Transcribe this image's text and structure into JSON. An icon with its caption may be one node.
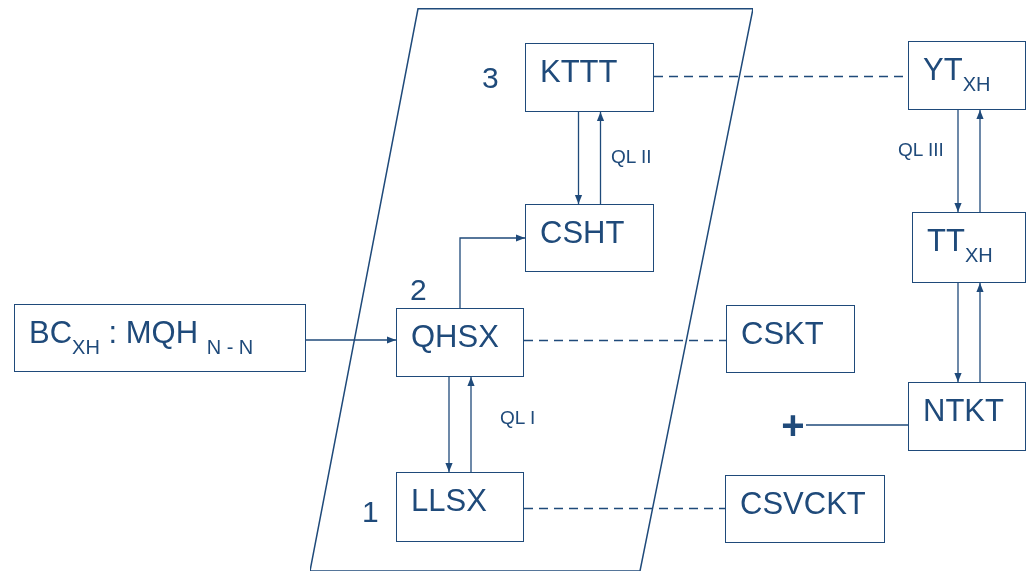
{
  "diagram": {
    "nodes": [
      {
        "text": [],
        "shape": "parallelogram"
      },
      {
        "text": [
          "KTTT"
        ],
        "in": 0,
        "beside": [
          "3"
        ]
      },
      {
        "text": [
          "CSHT"
        ],
        "in": 0
      },
      {
        "text": [
          "BC$_{XH}$ : MQH $_{N - N}$"
        ]
      },
      {
        "text": [
          "QHSX"
        ],
        "in": 0,
        "beside": [
          "2"
        ]
      },
      {
        "text": [
          "LLSX"
        ],
        "in": 0,
        "beside": [
          "1"
        ]
      },
      {
        "text": [
          "YT$_{XH}$"
        ]
      },
      {
        "text": [
          "TT$_{XH}$"
        ]
      },
      {
        "text": [
          "CSKT"
        ]
      },
      {
        "text": [
          "NTKT"
        ]
      },
      {
        "text": [
          "CSVCKT"
        ]
      },
      {
        "text": [
          "+"
        ]
      }
    ],
    "edges": [
      {
        "from": 1,
        "to": 2,
        "arrow": "to"
      },
      {
        "from": 2,
        "to": 1,
        "arrow": "to"
      },
      {
        "from": 1,
        "to": 6,
        "arrow": "none",
        "style": "dashed"
      },
      {
        "from": 6,
        "to": 7,
        "arrow": "to"
      },
      {
        "from": 7,
        "to": 6,
        "arrow": "to"
      },
      {
        "from": 7,
        "to": 9,
        "arrow": "to"
      },
      {
        "from": 9,
        "to": 7,
        "arrow": "to"
      },
      {
        "from": 4,
        "to": 2,
        "arrow": "to"
      },
      {
        "from": 3,
        "to": 4,
        "arrow": "to"
      },
      {
        "from": 4,
        "to": 8,
        "arrow": "none",
        "style": "dashed"
      },
      {
        "from": 4,
        "to": 5,
        "arrow": "to"
      },
      {
        "from": 5,
        "to": 4,
        "arrow": "to"
      },
      {
        "from": 5,
        "to": 10,
        "arrow": "none",
        "style": "dashed"
      },
      {
        "from": 11,
        "to": 9,
        "arrow": "none"
      }
    ],
    "labels": [
      "QL II",
      "QL III",
      "QL I"
    ]
  }
}
